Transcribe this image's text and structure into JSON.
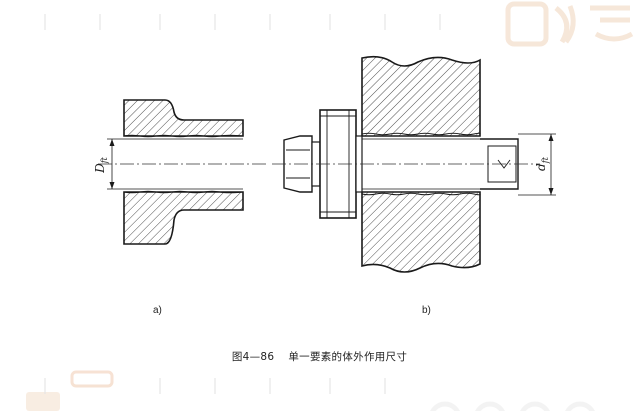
{
  "figure": {
    "caption_number": "图4—86",
    "caption_title": "单一要素的体外作用尺寸",
    "sub_labels": {
      "a": "a)",
      "b": "b)"
    },
    "dimension_labels": {
      "hole": {
        "main": "D",
        "sub": "ft"
      },
      "shaft": {
        "main": "d",
        "sub": "ft"
      }
    }
  },
  "watermark": {
    "present": true,
    "color": "#f2dcc8"
  },
  "colors": {
    "line": "#1a1a1a",
    "hatch": "#222222",
    "centerline": "#333333"
  }
}
